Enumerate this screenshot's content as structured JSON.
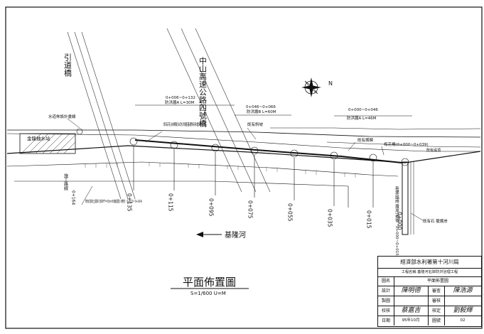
{
  "drawing": {
    "title": "平面佈置圖",
    "scale": "S=1/600 U=M",
    "north": "N",
    "river": "基隆河",
    "bridge_yindao": "引道橋",
    "bridge_zhongshan": "中山高速公路四號橋",
    "pump_station": "金龍抽水站",
    "water_level_gauge": "水道佈設計畫線",
    "existing_wall_note": "既有花台欄配合防洪牆基礎拆除重新配置",
    "existing_slope": "既有斜坡",
    "existing_revetment": "既有護欄",
    "existing_bank": "既有堤頂",
    "bridge_east": "梅花橋(0+000~0+039)",
    "note_left": "既有混凝土護岸 加高FT=30cm石籠護墊 (樁號：0+023~0+164)",
    "note_right": "既有石 籠護岸",
    "note_vertical": "新建(臨時)護岸(樁號：0+000~0+015)",
    "construction_note": "施工路線",
    "left_stake": "0+164",
    "wall_segments": [
      {
        "range": "0+006~0+132",
        "label": "防洪牆A L=30M"
      },
      {
        "range": "0+046~0+066",
        "label": "防洪牆B L=60M"
      },
      {
        "range": "0+000~0+046",
        "label": "防洪牆A L=46M"
      }
    ],
    "stations": [
      "0+135",
      "0+115",
      "0+095",
      "0+075",
      "0+055",
      "0+035",
      "0+015",
      "0+000"
    ]
  },
  "title_block": {
    "agency": "經濟部水利署第十河川局",
    "project": "工程名稱 基隆河右岸防洪治理工程",
    "drawing_name_label": "圖名",
    "drawing_name": "平面佈置圖",
    "rows": [
      {
        "left_label": "設計",
        "left_sign": "陳明德",
        "right_label": "審查",
        "right_sign": "陳浩源"
      },
      {
        "left_label": "製圖",
        "left_sign": "",
        "right_label": "審核",
        "right_sign": ""
      },
      {
        "left_label": "校核",
        "left_sign": "蔡嘉吉",
        "right_label": "核定",
        "right_sign": "劉毅輝"
      },
      {
        "left_label": "日期",
        "left_sign": "95年10月",
        "right_label": "圖號",
        "right_sign": "02"
      }
    ]
  }
}
